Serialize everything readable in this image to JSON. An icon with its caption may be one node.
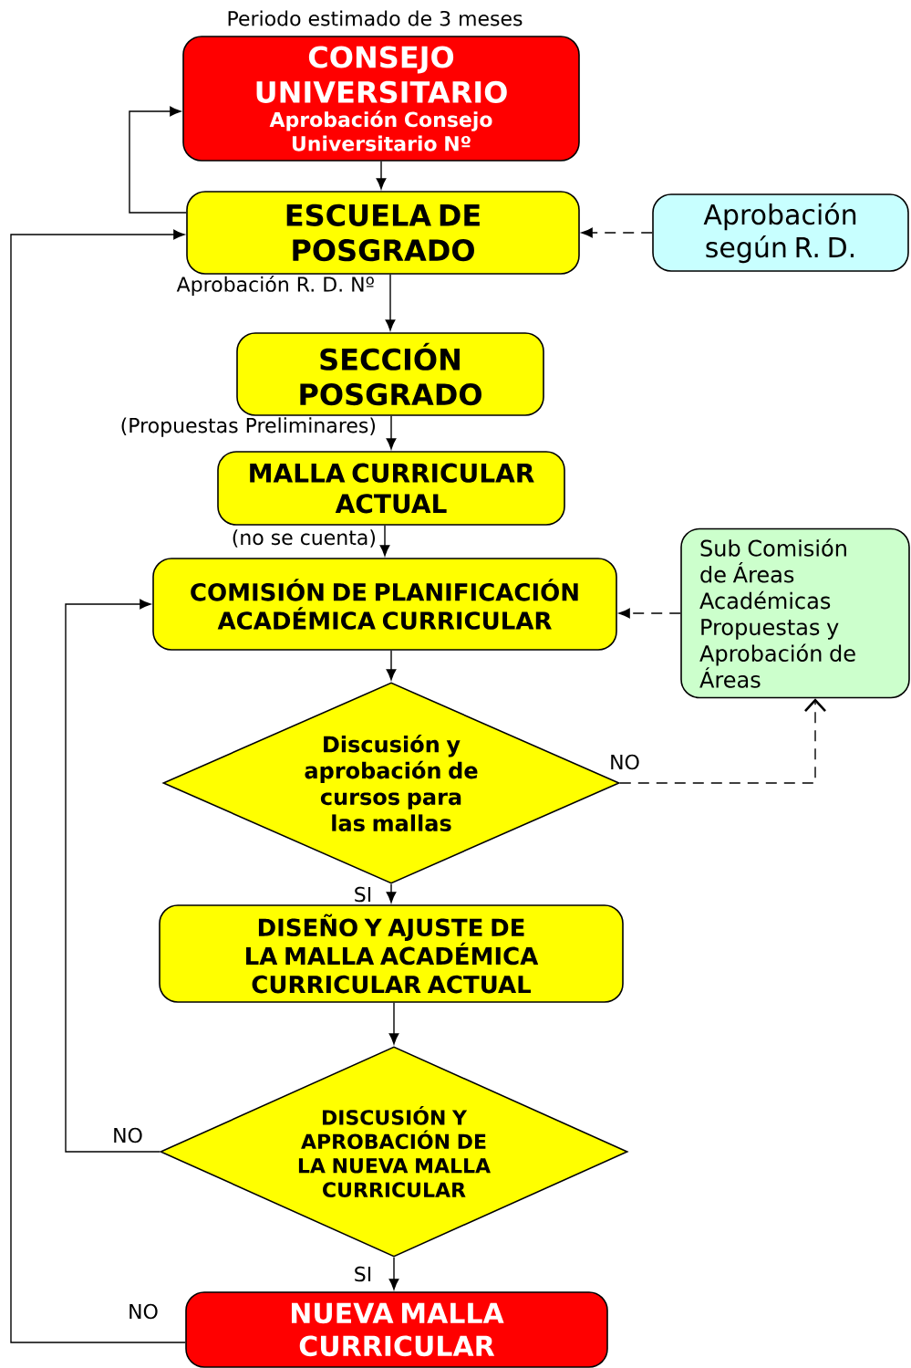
{
  "diagram": {
    "title": "Periodo estimado de 3 meses",
    "nodes": [
      {
        "text": [
          "CONSEJO UNIVERSITARIO",
          "Aprobación Consejo Universitario Nº"
        ]
      },
      {
        "text": [
          "ESCUELA DE POSGRADO"
        ],
        "beside": [
          "Aprobación R. D. Nº"
        ]
      },
      {
        "text": [
          "Aprobación según R. D."
        ]
      },
      {
        "text": [
          "SECCIÓN POSGRADO"
        ],
        "beside": [
          "(Propuestas Preliminares)"
        ]
      },
      {
        "text": [
          "MALLA CURRICULAR ACTUAL"
        ],
        "beside": [
          "(no se cuenta)"
        ]
      },
      {
        "text": [
          "COMISIÓN DE PLANIFICACIÓN ACADÉMICA CURRICULAR"
        ]
      },
      {
        "text": [
          "Sub Comisión de Áreas Académicas Propuestas y Aprobación de Áreas"
        ]
      },
      {
        "text": [
          "Discusión y aprobación de cursos para las mallas"
        ]
      },
      {
        "text": [
          "DISEÑO Y AJUSTE DE LA MALLA ACADÉMICA CURRICULAR ACTUAL"
        ]
      },
      {
        "text": [
          "DISCUSIÓN Y APROBACIÓN DE LA NUEVA MALLA CURRICULAR"
        ]
      },
      {
        "text": [
          "NUEVA MALLA CURRICULAR"
        ]
      }
    ],
    "edges": [
      {
        "from": 0,
        "to": 1,
        "arrow": "to"
      },
      {
        "from": 1,
        "to": 0,
        "arrow": "to"
      },
      {
        "from": 2,
        "to": 1,
        "arrow": "to",
        "style": "dashed"
      },
      {
        "from": 1,
        "to": 3,
        "arrow": "to"
      },
      {
        "from": 3,
        "to": 4,
        "arrow": "to"
      },
      {
        "from": 4,
        "to": 5,
        "arrow": "to"
      },
      {
        "from": 6,
        "to": 5,
        "arrow": "to",
        "style": "dashed"
      },
      {
        "from": 5,
        "to": 7,
        "arrow": "to"
      },
      {
        "from": 7,
        "to": 6,
        "arrow": "to",
        "style": "dashed",
        "label": "NO"
      },
      {
        "from": 7,
        "to": 8,
        "arrow": "to",
        "label": "SI"
      },
      {
        "from": 8,
        "to": 9,
        "arrow": "to"
      },
      {
        "from": 9,
        "to": 5,
        "arrow": "to",
        "label": "NO"
      },
      {
        "from": 9,
        "to": 10,
        "arrow": "to",
        "label": "SI"
      },
      {
        "from": 10,
        "to": 1,
        "arrow": "to",
        "label": "NO"
      }
    ]
  }
}
